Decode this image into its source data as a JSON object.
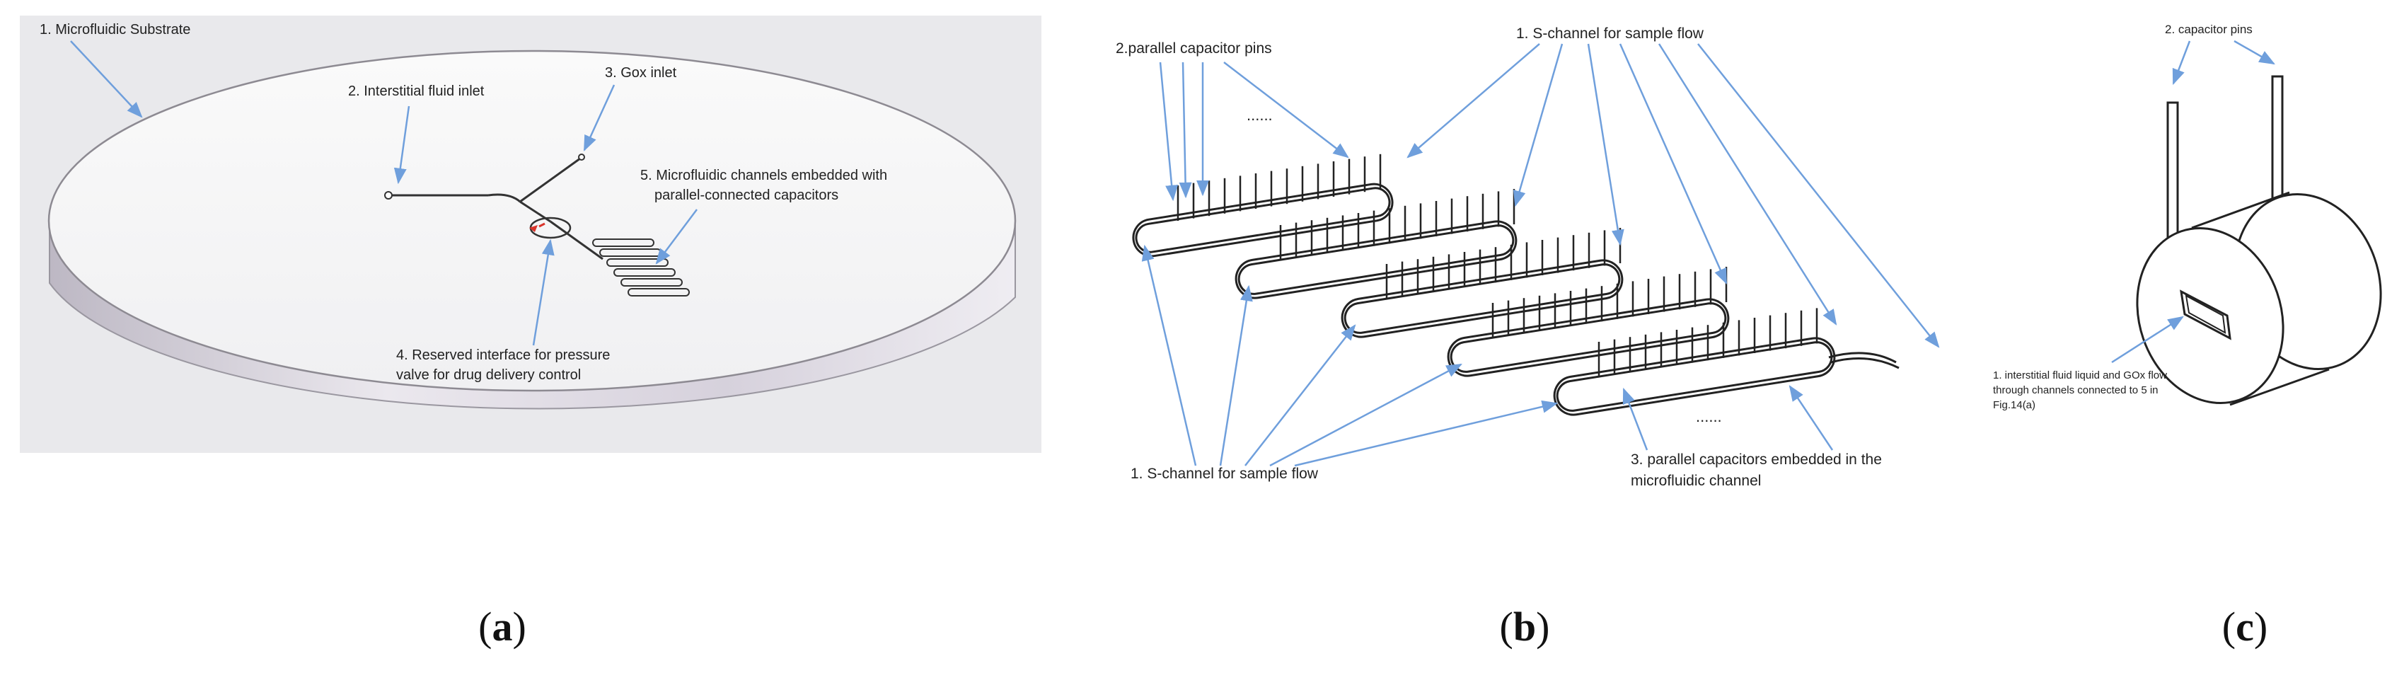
{
  "panel_a": {
    "label_substrate": "1. Microfluidic Substrate",
    "label_isf_inlet": "2. Interstitial fluid inlet",
    "label_gox_inlet": "3. Gox inlet",
    "label_reserved_line1": "4. Reserved interface for pressure",
    "label_reserved_line2": "valve for drug delivery control",
    "label_channels_line1": "5. Microfluidic channels embedded with",
    "label_channels_line2": "parallel-connected capacitors",
    "caption_open": "(",
    "caption_letter": "a",
    "caption_close": ")"
  },
  "panel_b": {
    "label_pins": "2.parallel capacitor pins",
    "label_dots": "......",
    "label_schannel_top": "1. S-channel for sample flow",
    "label_schannel_bottom": "1. S-channel for sample flow",
    "label_dots_bottom": "......",
    "label_caps_line1": "3. parallel capacitors embedded in the",
    "label_caps_line2": "microfluidic channel",
    "caption_open": "(",
    "caption_letter": "b",
    "caption_close": ")"
  },
  "panel_c": {
    "label_pins": "2. capacitor pins",
    "label_flow_line1": "1. interstitial fluid liquid and GOx flow",
    "label_flow_line2": "through channels connected to 5 in",
    "label_flow_line3": "Fig.14(a)",
    "caption_open": "(",
    "caption_letter": "c",
    "caption_close": ")"
  },
  "colors": {
    "leader_line": "#6f9fdc",
    "ink": "#222222",
    "disk_top": "#f3f3f5",
    "disk_side": "#dcd8e2",
    "panel_bg": "#e9e9ec",
    "valve_mark": "#d9342b"
  }
}
